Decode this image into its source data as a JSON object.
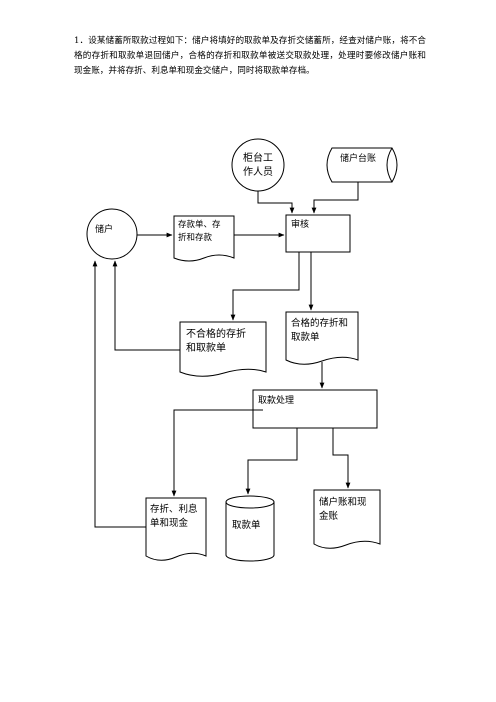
{
  "question": {
    "text": "1．设某储蓄所取款过程如下：储户将填好的取款单及存折交储蓄所，经查对储户账，将不合格的存折和取款单退回储户，合格的存折和取款单被送交取款处理，处理时要修改储户账和现金账，并将存折、利息单和现金交储户，同时将取款单存档。"
  },
  "diagram": {
    "counter_staff": {
      "line1": "柜台工",
      "line2": "作人员"
    },
    "depositor_ledger": "储户台账",
    "depositor": "储户",
    "withdrawal_doc": {
      "line1": "存款单、存",
      "line2": "折和存款"
    },
    "review": "审核",
    "unqualified": {
      "line1": "不合格的存折",
      "line2": "和取款单"
    },
    "qualified": {
      "line1": "合格的存折和",
      "line2": "取款单"
    },
    "processing": "取款处理",
    "output_passbook": {
      "line1": "存折、利息",
      "line2": "单和现金"
    },
    "withdrawal_slip_store": "取款单",
    "accounts_doc": {
      "line1": "储户账和现",
      "line2": "金账"
    }
  }
}
